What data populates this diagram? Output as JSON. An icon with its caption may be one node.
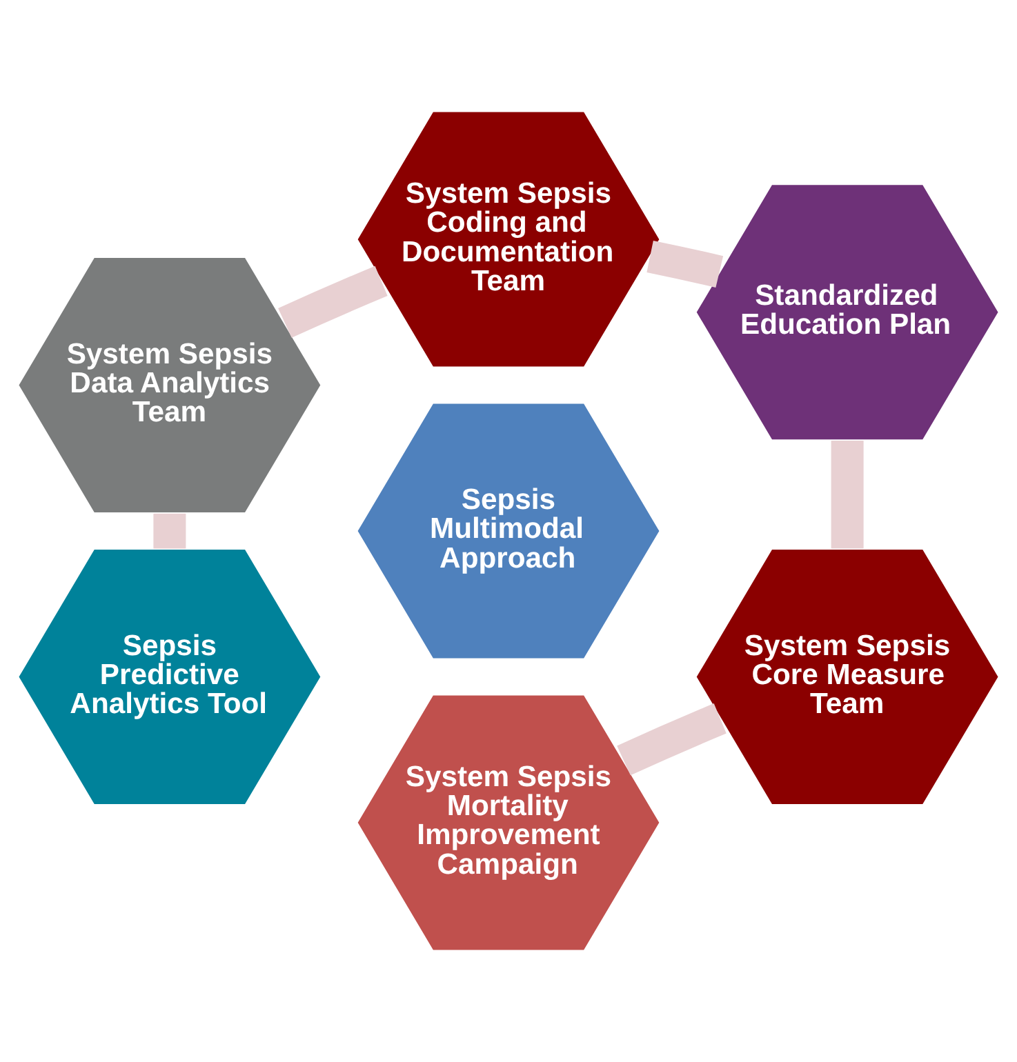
{
  "diagram": {
    "nodes": [
      {
        "text": [
          "System Sepsis Mortality Improvement Campaign"
        ]
      },
      {
        "text": [
          "Sepsis Predictive Analytics Tool"
        ]
      },
      {
        "text": [
          "System Sepsis Core Measure Team"
        ]
      },
      {
        "text": [
          "Sepsis Multimodal Approach"
        ]
      },
      {
        "text": [
          "System Sepsis Data Analytics Team"
        ]
      },
      {
        "text": [
          "Standardized Education Plan"
        ]
      },
      {
        "text": [
          "System Sepsis Coding and Documentation Team"
        ]
      }
    ],
    "edges": [
      {
        "from": 0,
        "to": 2,
        "arrow": "none"
      },
      {
        "from": 2,
        "to": 5,
        "arrow": "none"
      },
      {
        "from": 5,
        "to": 6,
        "arrow": "none"
      },
      {
        "from": 6,
        "to": 4,
        "arrow": "none"
      },
      {
        "from": 4,
        "to": 1,
        "arrow": "none"
      }
    ]
  }
}
